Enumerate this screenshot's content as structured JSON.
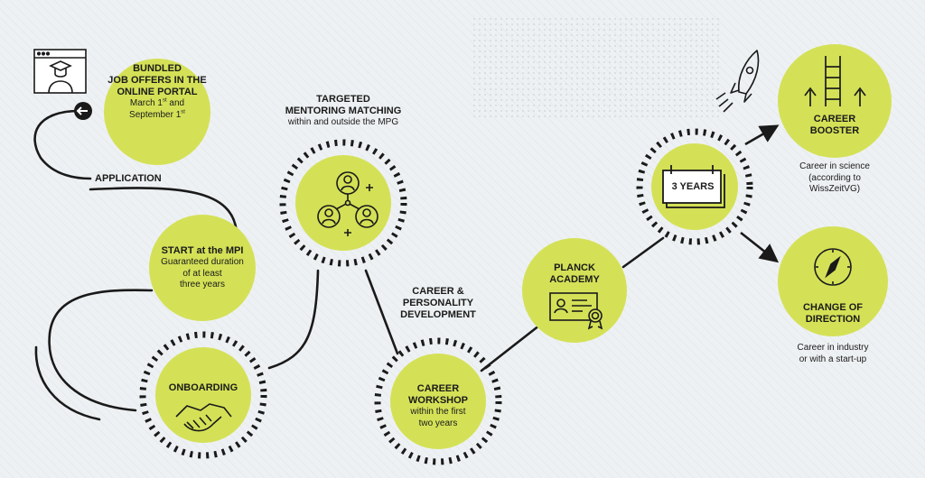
{
  "colors": {
    "accent": "#d4e157",
    "ink": "#1a1a1a",
    "background": "#eef1f3"
  },
  "nodes": {
    "bundled": {
      "title": "BUNDLED\nJOB OFFERS IN THE\nONLINE PORTAL",
      "line1_pre": "March 1",
      "line1_sup": "st",
      "line1_post": " and",
      "line2_pre": "September 1",
      "line2_sup": "st"
    },
    "application": "APPLICATION",
    "start": {
      "title": "START at the MPI",
      "text": "Guaranteed duration\nof at least\nthree years"
    },
    "onboarding": "ONBOARDING",
    "mentoring": {
      "title": "TARGETED\nMENTORING MATCHING",
      "text": "within and outside the MPG"
    },
    "career_personality": "CAREER &\nPERSONALITY\nDEVELOPMENT",
    "workshop": {
      "title": "CAREER\nWORKSHOP",
      "text": "within the first\ntwo years"
    },
    "planck": "PLANCK\nACADEMY",
    "three_years": "3 YEARS",
    "booster": {
      "title": "CAREER\nBOOSTER",
      "caption": "Career in science\n(according to\nWissZeitVG)"
    },
    "change": {
      "title": "CHANGE OF\nDIRECTION",
      "caption": "Career in industry\nor with a start-up"
    }
  },
  "icons": [
    "browser-graduate-icon",
    "arrow-left-icon",
    "handshake-icon",
    "people-network-icon",
    "certificate-icon",
    "calendar-icon",
    "rocket-icon",
    "ladder-arrows-icon",
    "compass-icon"
  ]
}
